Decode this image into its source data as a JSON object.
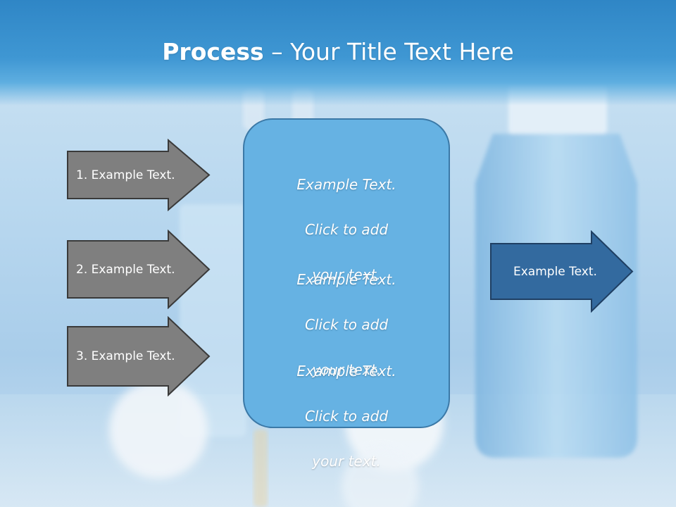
{
  "slide": {
    "title_bold": "Process",
    "title_rest": " – Your Title Text Here"
  },
  "left_arrows": [
    {
      "label": "1. Example Text."
    },
    {
      "label": "2. Example Text."
    },
    {
      "label": "3. Example Text."
    }
  ],
  "center_box": {
    "blocks": [
      {
        "line1": "Example Text.",
        "line2": "Click  to add",
        "line3": "your text."
      },
      {
        "line1": "Example Text.",
        "line2": "Click  to add",
        "line3": "your text."
      },
      {
        "line1": "Example Text.",
        "line2": "Click  to add",
        "line3": "your text."
      }
    ]
  },
  "right_arrow": {
    "label": "Example Text."
  },
  "colors": {
    "header_blue": "#3a92d0",
    "gray_arrow": "#7f7f7f",
    "center_box": "#66b2e3",
    "right_arrow": "#336a9f"
  }
}
